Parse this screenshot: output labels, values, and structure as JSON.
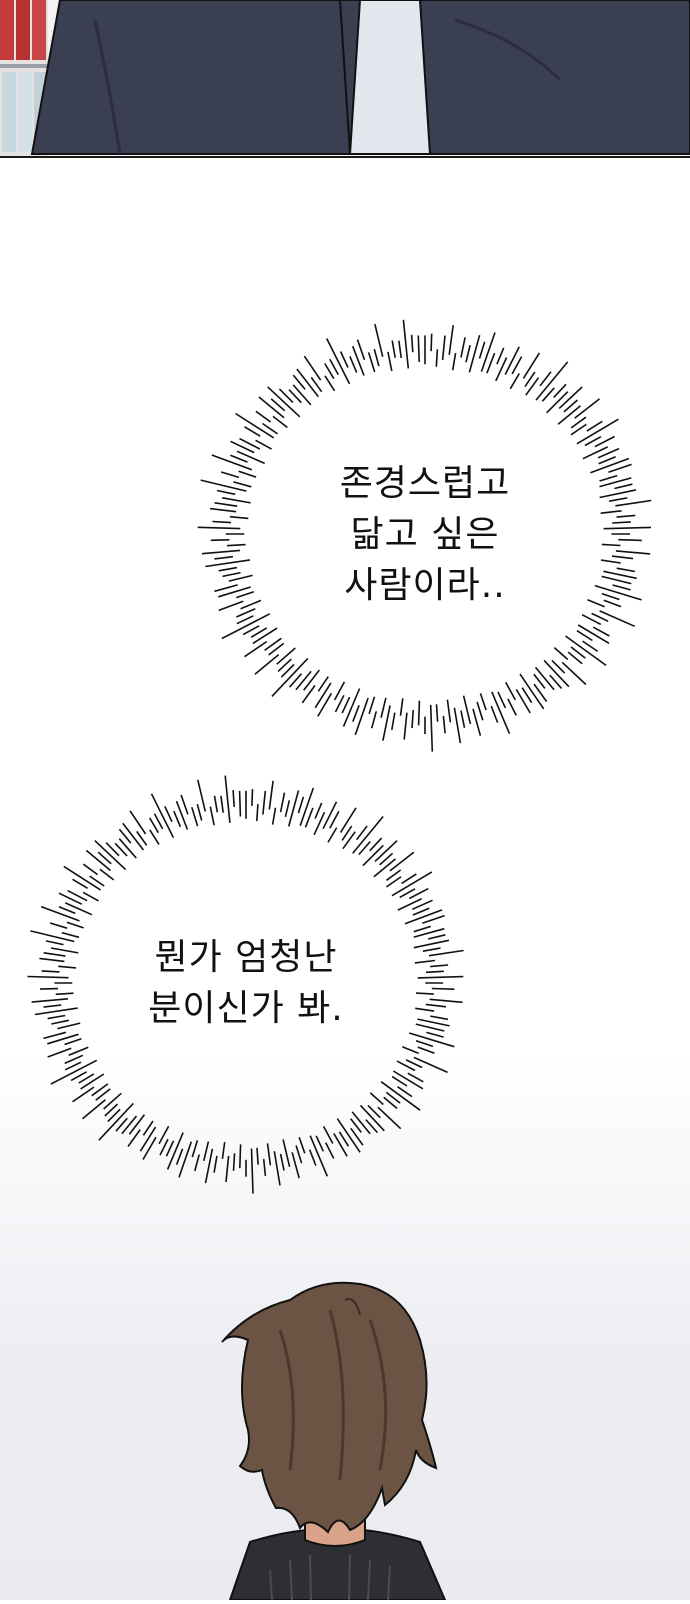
{
  "panels": {
    "top": {
      "description_icon": "suited-figure-with-drink-shelf"
    },
    "bottom": {
      "description_icon": "brown-haired-person-back-of-head"
    }
  },
  "bubbles": [
    {
      "id": "bubble-1",
      "lines": [
        "존경스럽고",
        "닮고 싶은",
        "사람이라.."
      ]
    },
    {
      "id": "bubble-2",
      "lines": [
        "뭔가 엄청난",
        "분이신가 봐."
      ]
    }
  ],
  "colors": {
    "suit": "#3a3f52",
    "shirt": "#e4e6ee",
    "hair": "#6b5443",
    "hair_shadow": "#4a3a2e",
    "jacket": "#2e2f35",
    "ink": "#111111"
  }
}
